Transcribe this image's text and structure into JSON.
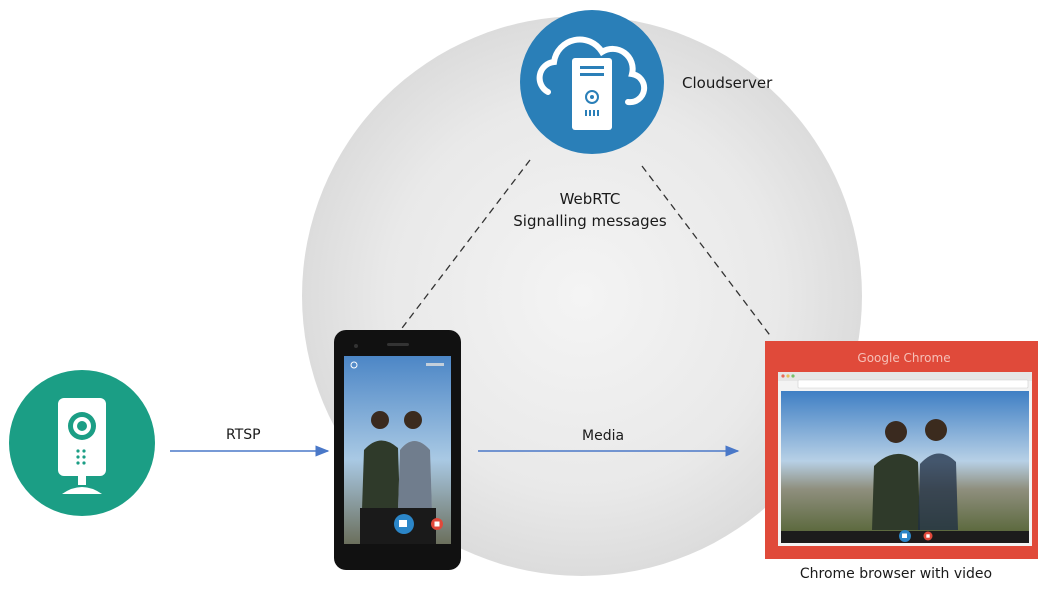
{
  "nodes": {
    "cloud_server": {
      "label": "Cloudserver",
      "icon": "cloud-server-icon",
      "color": "#2a7fb8"
    },
    "ip_camera": {
      "icon": "ip-camera-icon",
      "color": "#1b9e85"
    },
    "phone": {
      "icon": "smartphone-icon"
    },
    "browser": {
      "window_title": "Google Chrome",
      "caption": "Chrome browser with video",
      "frame_color": "#e04a3a"
    }
  },
  "edges": {
    "signalling": {
      "line1": "WebRTC",
      "line2": "Signalling messages",
      "style": "dashed"
    },
    "rtsp": {
      "label": "RTSP"
    },
    "media": {
      "label": "Media"
    }
  },
  "colors": {
    "arrow": "#4a78c8",
    "backdrop": "#e8e8e8"
  }
}
